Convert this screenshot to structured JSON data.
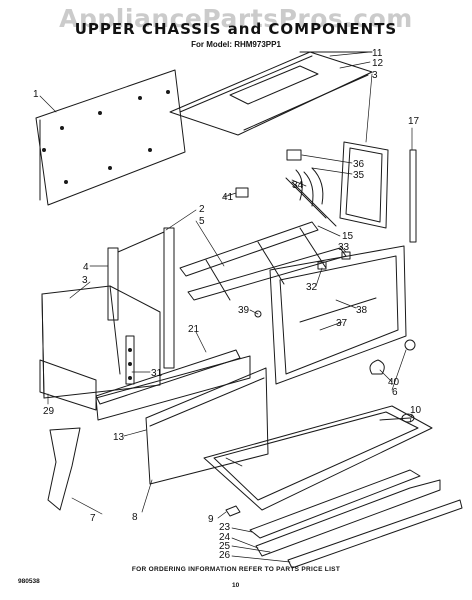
{
  "watermark": "AppliancePartsPros.com",
  "title": "UPPER CHASSIS and COMPONENTS",
  "subtitle": "For Model: RHM973PP1",
  "footer_note": "FOR ORDERING INFORMATION REFER TO PARTS PRICE LIST",
  "doc_code": "980538",
  "page_number": "10",
  "callouts": [
    "1",
    "2",
    "3",
    "3",
    "4",
    "5",
    "6",
    "7",
    "8",
    "9",
    "10",
    "11",
    "12",
    "13",
    "15",
    "17",
    "21",
    "23",
    "24",
    "25",
    "26",
    "29",
    "31",
    "32",
    "33",
    "34",
    "35",
    "36",
    "37",
    "38",
    "39",
    "40",
    "41"
  ]
}
